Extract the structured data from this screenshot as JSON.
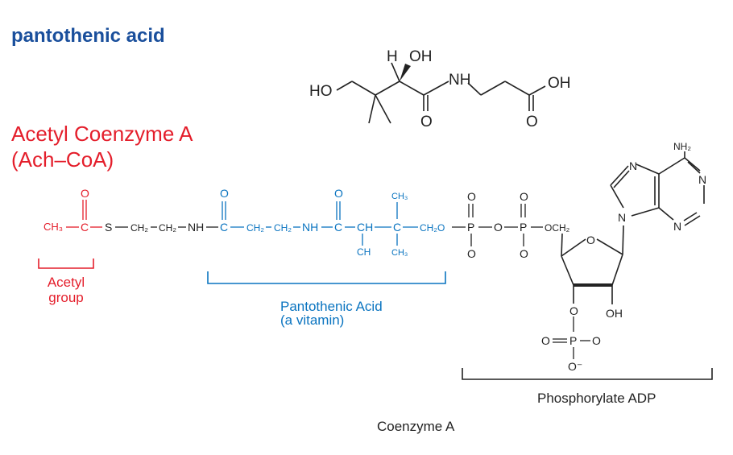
{
  "colors": {
    "black": "#222222",
    "red": "#e41e2b",
    "blue": "#0a74c0",
    "dark_blue": "#1a4f9c"
  },
  "headings": {
    "pantothenic_title": "pantothenic acid",
    "acetyl_title_line1": "Acetyl Coenzyme A",
    "acetyl_title_line2": "(Ach–CoA)"
  },
  "pantothenic_structure": {
    "h": "H",
    "oh_top": "OH",
    "ho_left": "HO",
    "nh": "NH",
    "oh_right": "OH",
    "o_carbonyl1": "O",
    "o_carbonyl2": "O"
  },
  "chain": {
    "ch3": "CH₃",
    "c1": "C",
    "o1": "O",
    "s": "S",
    "ch2_a": "CH₂",
    "ch2_b": "CH₂",
    "nh_a": "NH",
    "c2": "C",
    "o2": "O",
    "ch2_c": "CH₂",
    "ch2_d": "CH₂",
    "nh_b": "NH",
    "c3": "C",
    "o3": "O",
    "ch": "CH",
    "ch_oh": "CH",
    "c4": "C",
    "ch3_top": "CH₃",
    "ch3_bottom": "CH₃",
    "ch2o": "CH₂O",
    "p1": "P",
    "p1_o_top": "O",
    "p1_o_bottom": "O",
    "o_link": "O",
    "p2": "P",
    "p2_o_top": "O",
    "p2_o_bottom": "O",
    "och2": "OCH₂"
  },
  "ribose": {
    "ring_o": "O",
    "oh": "OH",
    "o_link": "O",
    "p": "P",
    "o_left": "O",
    "o_right": "O",
    "o_minus": "O⁻"
  },
  "adenine": {
    "nh2": "NH₂",
    "n1": "N",
    "n3": "N",
    "n7": "N",
    "n9": "N"
  },
  "labels": {
    "acetyl_line1": "Acetyl",
    "acetyl_line2": "group",
    "pantothenic_line1": "Pantothenic Acid",
    "pantothenic_line2": "(a vitamin)",
    "phosphorylate": "Phosphorylate ADP",
    "coenzyme": "Coenzyme A"
  }
}
